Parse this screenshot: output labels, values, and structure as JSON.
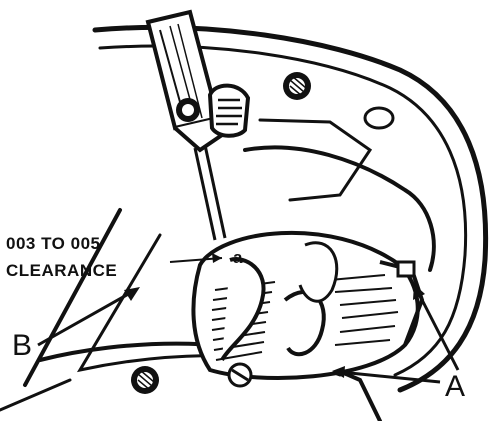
{
  "figure": {
    "clearance_line1": "003 TO 005",
    "clearance_line2": "CLEARANCE",
    "label_a": "A",
    "label_b": "B",
    "gap_label": "a"
  },
  "colors": {
    "ink": "#111111",
    "paper": "#ffffff"
  }
}
